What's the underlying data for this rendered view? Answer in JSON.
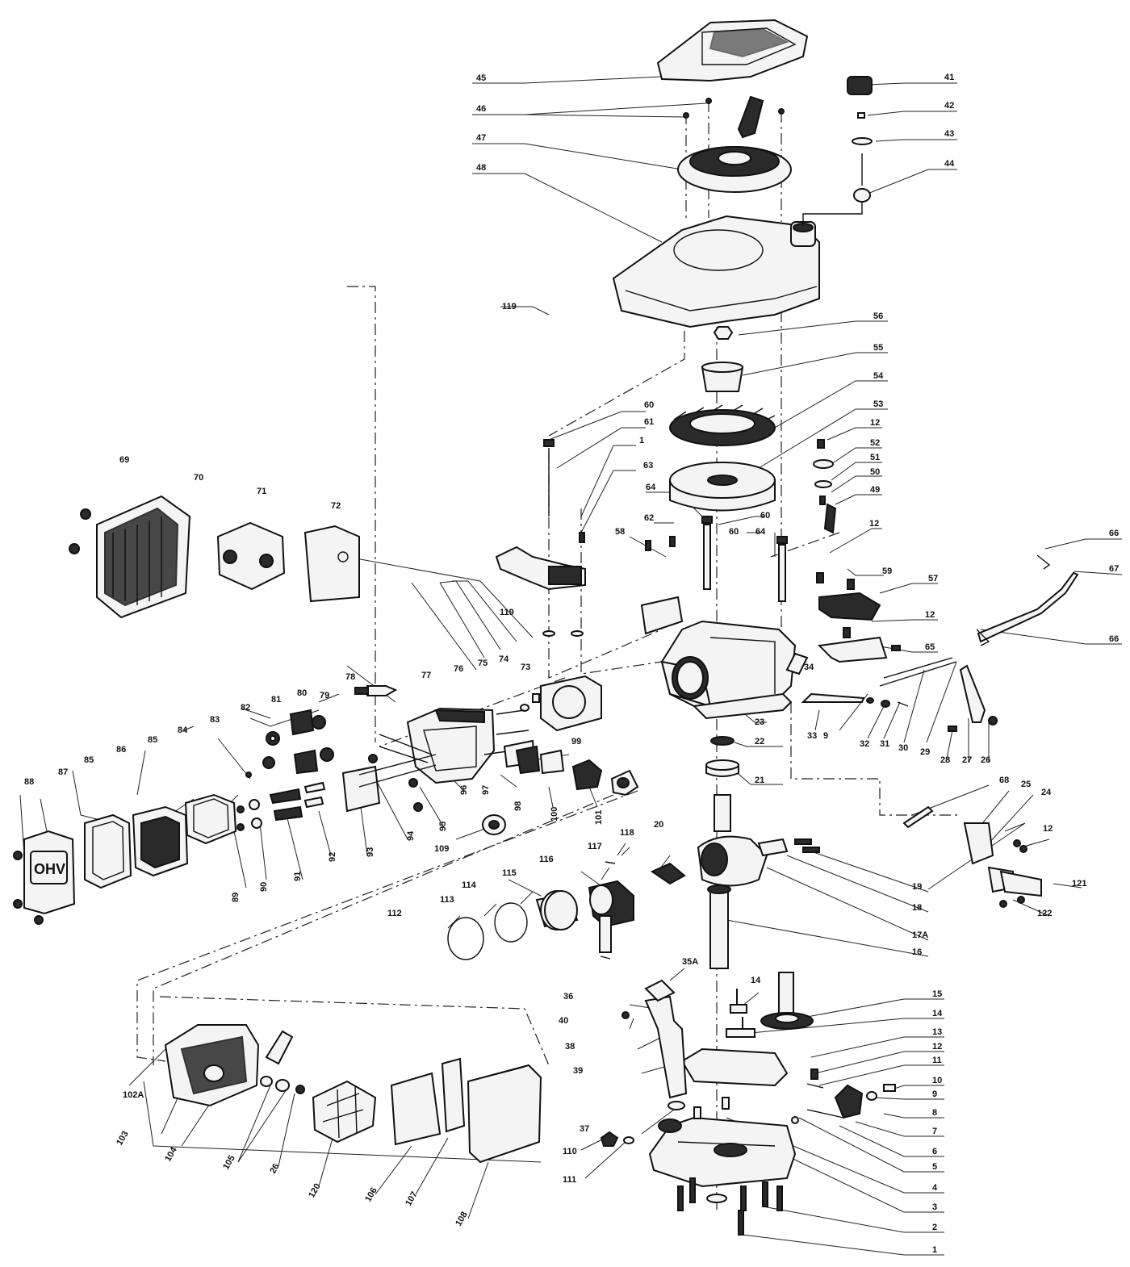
{
  "labels": {
    "l1a": "1",
    "l1b": "1",
    "l2": "2",
    "l3": "3",
    "l4": "4",
    "l5": "5",
    "l6": "6",
    "l7": "7",
    "l8": "8",
    "l9a": "9",
    "l9b": "9",
    "l10": "10",
    "l11": "11",
    "l12a": "12",
    "l12b": "12",
    "l12c": "12",
    "l12d": "12",
    "l12e": "12",
    "l13": "13",
    "l14a": "14",
    "l14b": "14",
    "l15": "15",
    "l16": "16",
    "l17A": "17A",
    "l18": "18",
    "l19": "19",
    "l20": "20",
    "l21": "21",
    "l22": "22",
    "l23": "23",
    "l24": "24",
    "l25": "25",
    "l26a": "26",
    "l26b": "26",
    "l27": "27",
    "l28": "28",
    "l29": "29",
    "l30": "30",
    "l31": "31",
    "l32": "32",
    "l33": "33",
    "l34": "34",
    "l35A": "35A",
    "l36": "36",
    "l37": "37",
    "l38": "38",
    "l39": "39",
    "l40": "40",
    "l41": "41",
    "l42": "42",
    "l43": "43",
    "l44": "44",
    "l45": "45",
    "l46": "46",
    "l47": "47",
    "l48": "48",
    "l49": "49",
    "l50": "50",
    "l51": "51",
    "l52": "52",
    "l53": "53",
    "l54": "54",
    "l55": "55",
    "l56": "56",
    "l57": "57",
    "l58": "58",
    "l59": "59",
    "l60a": "60",
    "l60b": "60",
    "l60c": "60",
    "l61": "61",
    "l62": "62",
    "l63": "63",
    "l64a": "64",
    "l64b": "64",
    "l65": "65",
    "l66a": "66",
    "l66b": "66",
    "l67": "67",
    "l68": "68",
    "l69": "69",
    "l70": "70",
    "l71": "71",
    "l72": "72",
    "l73": "73",
    "l74": "74",
    "l75": "75",
    "l76": "76",
    "l77": "77",
    "l78": "78",
    "l79": "79",
    "l80": "80",
    "l81": "81",
    "l82": "82",
    "l83": "83",
    "l84": "84",
    "l85a": "85",
    "l85b": "85",
    "l86": "86",
    "l87": "87",
    "l88": "88",
    "l89": "89",
    "l90": "90",
    "l91": "91",
    "l92": "92",
    "l93": "93",
    "l94": "94",
    "l95": "95",
    "l96": "96",
    "l97": "97",
    "l98": "98",
    "l99": "99",
    "l100": "100",
    "l101": "101",
    "l102A": "102A",
    "l103": "103",
    "l104": "104",
    "l105": "105",
    "l106": "106",
    "l107": "107",
    "l108": "108",
    "l109": "109",
    "l110": "110",
    "l111": "111",
    "l112": "112",
    "l113": "113",
    "l114": "114",
    "l115": "115",
    "l116": "116",
    "l117": "117",
    "l118": "118",
    "l119": "119",
    "l120": "120",
    "l121": "121",
    "l122": "122"
  },
  "valve_cover_text": "OHV"
}
